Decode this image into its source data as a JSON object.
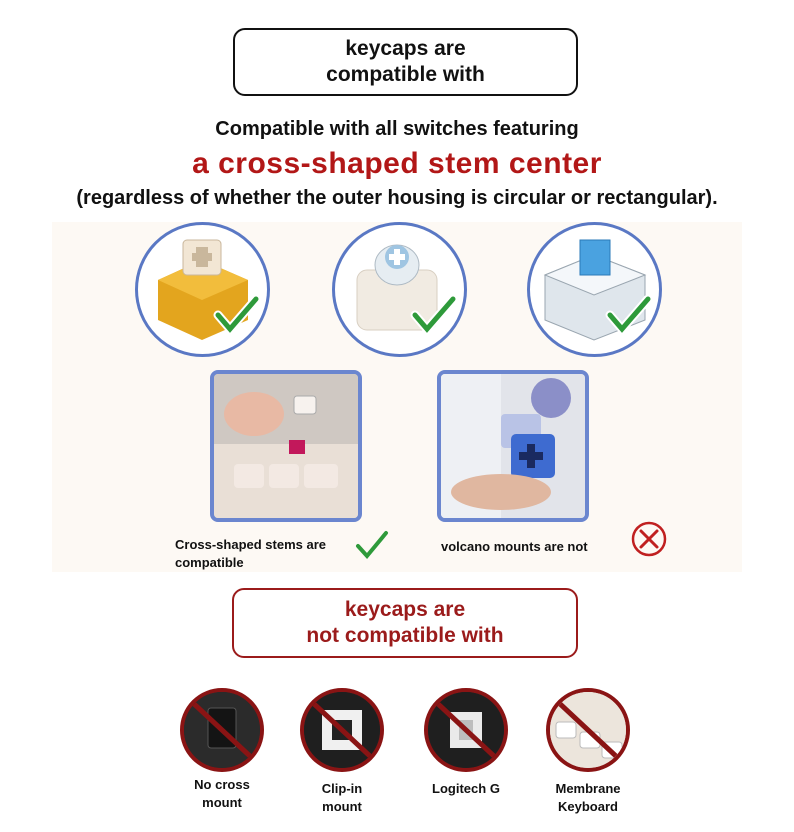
{
  "top_box": {
    "line1": "keycaps are",
    "line2": "compatible with"
  },
  "headline": {
    "line1": "Compatible with all switches featuring",
    "line2": "a cross-shaped stem center",
    "line3": "(regardless of whether the outer housing is circular or rectangular)."
  },
  "compatible_switches": [
    {
      "icon": "yellow-switch-icon"
    },
    {
      "icon": "round-white-switch-icon"
    },
    {
      "icon": "blue-mx-switch-icon"
    }
  ],
  "stem_examples": [
    {
      "caption_line1": "Cross-shaped stems are",
      "caption_line2": "compatible",
      "status": "check"
    },
    {
      "caption_line1": "volcano mounts are not",
      "status": "cross"
    }
  ],
  "bottom_box": {
    "line1": "keycaps are",
    "line2": "not compatible with"
  },
  "incompatible": [
    {
      "label_line1": "No cross",
      "label_line2": "mount"
    },
    {
      "label_line1": "Clip-in",
      "label_line2": "mount"
    },
    {
      "label_line1": "Logitech G",
      "label_line2": ""
    },
    {
      "label_line1": "Membrane",
      "label_line2": "Keyboard"
    }
  ],
  "colors": {
    "accent_red": "#b21717",
    "border_red": "#9b1b1b",
    "check_green": "#2e9a3a",
    "circle_blue": "#5a78c4"
  }
}
